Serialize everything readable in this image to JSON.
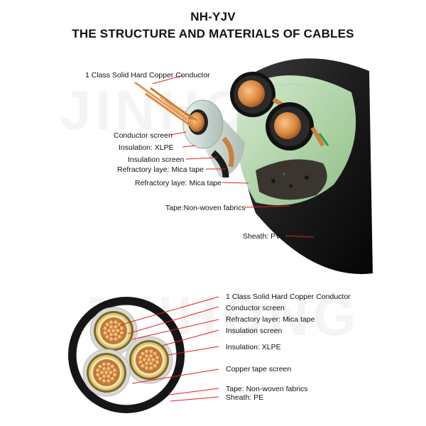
{
  "title": {
    "line1": "NH-YJV",
    "line2": "THE STRUCTURE AND MATERIALS OF CABLES"
  },
  "watermark": "JINHONG",
  "top_labels": [
    "1 Class Solid Hard Copper Conductor",
    "Conductor screen",
    "Insulation: XLPE",
    "Insulation screen",
    "Refractory laye: Mica tape",
    "Refractory laye: Mica tape",
    "Tape:Non-woven fabrics",
    "Sheath: PVC"
  ],
  "bottom_labels": [
    "1 Class Solid Hard Copper Conductor",
    "Conductor screen",
    "Refractory layer: Mica tape",
    "Insulation screen",
    "Insulation: XLPE",
    "Copper tape screen",
    "Tape: Non-woven fabrics",
    "Sheath: PE"
  ],
  "colors": {
    "leader_line": "#e02020",
    "copper": "#d9853b",
    "sheath": "#1a1a1a",
    "filler_green": "#b9d8b0"
  }
}
